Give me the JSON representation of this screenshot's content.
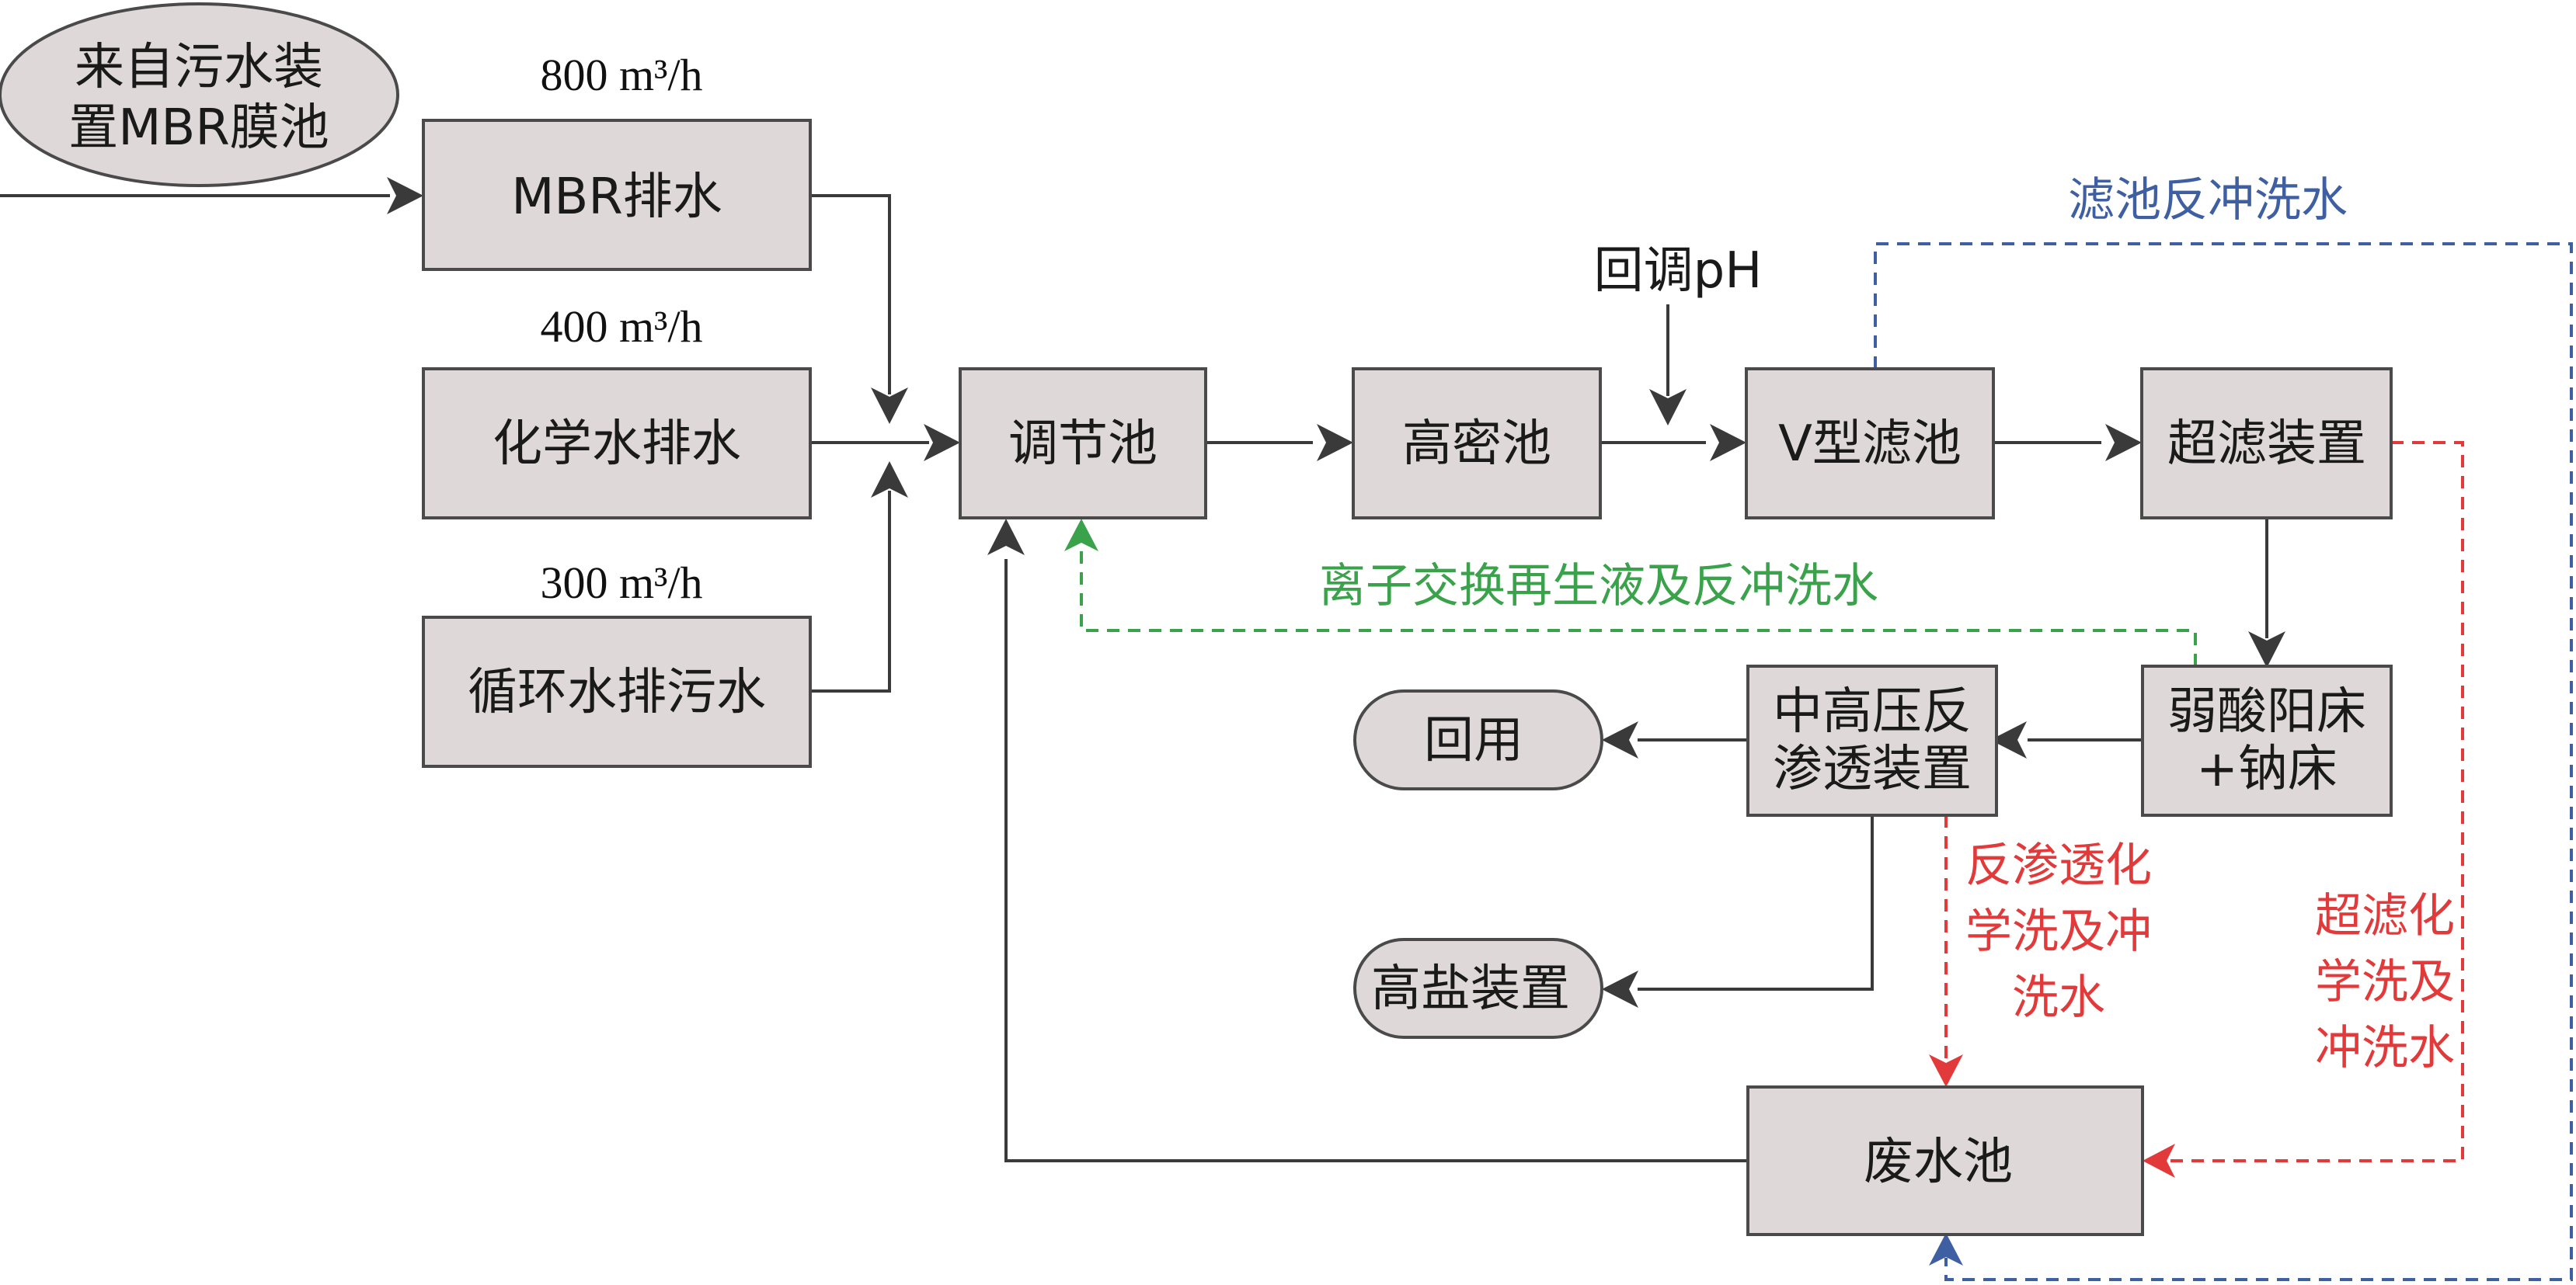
{
  "source": {
    "line1": "来自污水装",
    "line2": "置MBR膜池"
  },
  "inflows": [
    {
      "rate": "800 m³/h",
      "label": "MBR排水"
    },
    {
      "rate": "400 m³/h",
      "label": "化学水排水"
    },
    {
      "rate": "300 m³/h",
      "label": "循环水排污水"
    }
  ],
  "units": {
    "regulating_tank": "调节池",
    "high_density_tank": "高密池",
    "v_filter": "V型滤池",
    "ultrafiltration": "超滤装置",
    "ion_exchange": {
      "line1": "弱酸阳床",
      "line2": "+钠床"
    },
    "ro": {
      "line1": "中高压反",
      "line2": "渗透装置"
    },
    "reuse": "回用",
    "high_salt": "高盐装置",
    "waste_tank": "废水池"
  },
  "annotations": {
    "ph_adjust": "回调pH",
    "filter_backwash": "滤池反冲洗水",
    "ion_regen": "离子交换再生液及反冲洗水",
    "ro_wash": {
      "line1": "反渗透化",
      "line2": "学洗及冲",
      "line3": "洗水"
    },
    "uf_wash": {
      "line1": "超滤化",
      "line2": "学洗及",
      "line3": "冲洗水"
    }
  },
  "colors": {
    "box_fill": "#ded8d8",
    "main_line": "#3a3a3a",
    "filter_backwash": "#3f5fa3",
    "ion_regen": "#3aa24a",
    "chemical_wash": "#e23a3a"
  }
}
